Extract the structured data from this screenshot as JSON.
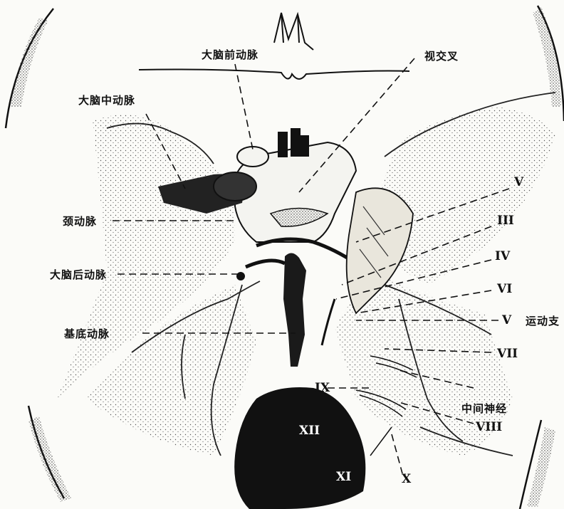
{
  "labels": {
    "anterior_cerebral_artery": "大脑前动脉",
    "optic_chiasm": "视交叉",
    "middle_cerebral_artery": "大脑中动脉",
    "carotid_artery": "颈动脉",
    "posterior_cerebral_artery": "大脑后动脉",
    "basilar_artery": "基底动脉",
    "motor_branch": "运动支",
    "intermediate_nerve": "中间神经"
  },
  "nerves": {
    "n5_upper": "V",
    "n3": "III",
    "n4": "IV",
    "n6": "VI",
    "n5_lower": "V",
    "n7": "VII",
    "n8": "VIII",
    "n9": "IX",
    "n10": "X",
    "n11": "XI",
    "n12": "XII"
  },
  "colors": {
    "ink": "#111111",
    "paper": "#fbfbf8",
    "stipple": "#555555"
  }
}
